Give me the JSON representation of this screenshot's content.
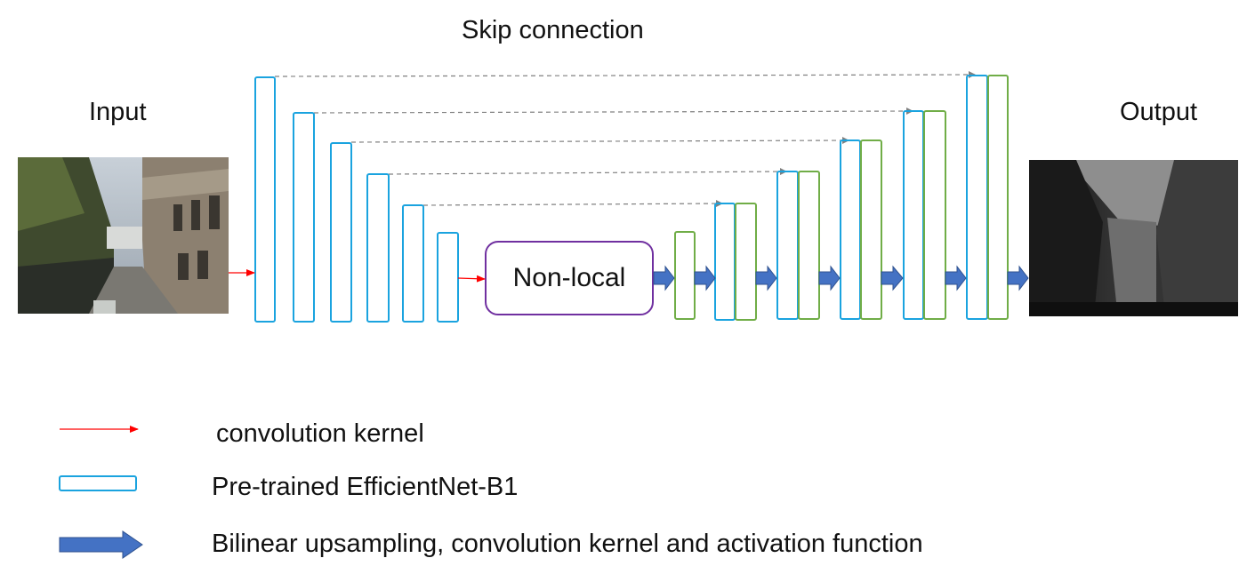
{
  "title": "Skip connection",
  "input_label": "Input",
  "output_label": "Output",
  "module_label": "Non-local",
  "legend": {
    "conv": "convolution kernel",
    "pretrained": "Pre-trained EfficientNet-B1",
    "bilinear": "Bilinear upsampling, convolution kernel and activation function"
  },
  "colors": {
    "encoder": "#1aa3df",
    "decoder": "#70ad47",
    "nonlocal_border": "#7030a0",
    "skip_arrow": "#808080",
    "conv_arrow": "#ff0000",
    "upsample_arrow": "#4472c4"
  }
}
